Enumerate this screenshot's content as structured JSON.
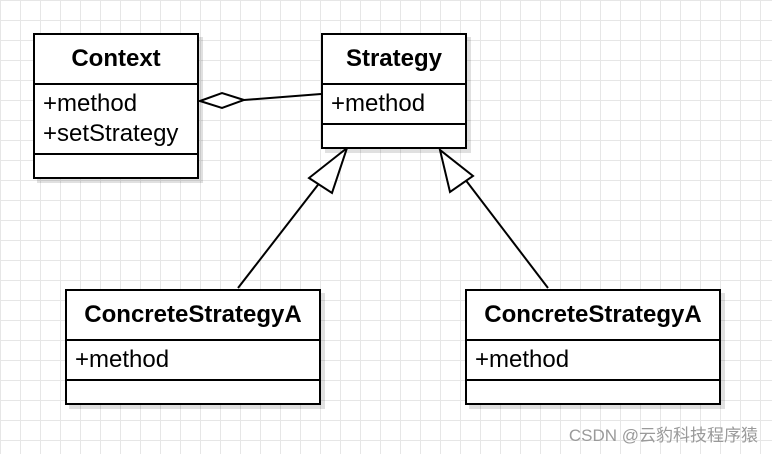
{
  "diagram": {
    "context": {
      "name": "Context",
      "methods": [
        "+method",
        "+setStrategy"
      ]
    },
    "strategy": {
      "name": "Strategy",
      "methods": [
        "+method"
      ]
    },
    "concrete_a": {
      "name": "ConcreteStrategyA",
      "methods": [
        "+method"
      ]
    },
    "concrete_b": {
      "name": "ConcreteStrategyA",
      "methods": [
        "+method"
      ]
    },
    "relations": [
      {
        "from": "Context",
        "to": "Strategy",
        "type": "aggregation"
      },
      {
        "from": "ConcreteStrategyA",
        "to": "Strategy",
        "type": "generalization"
      },
      {
        "from": "ConcreteStrategyA",
        "to": "Strategy",
        "type": "generalization"
      }
    ]
  },
  "watermark": "CSDN @云豹科技程序猿",
  "colors": {
    "stroke": "#000000",
    "grid": "#e6e6e6",
    "background": "#ffffff"
  }
}
